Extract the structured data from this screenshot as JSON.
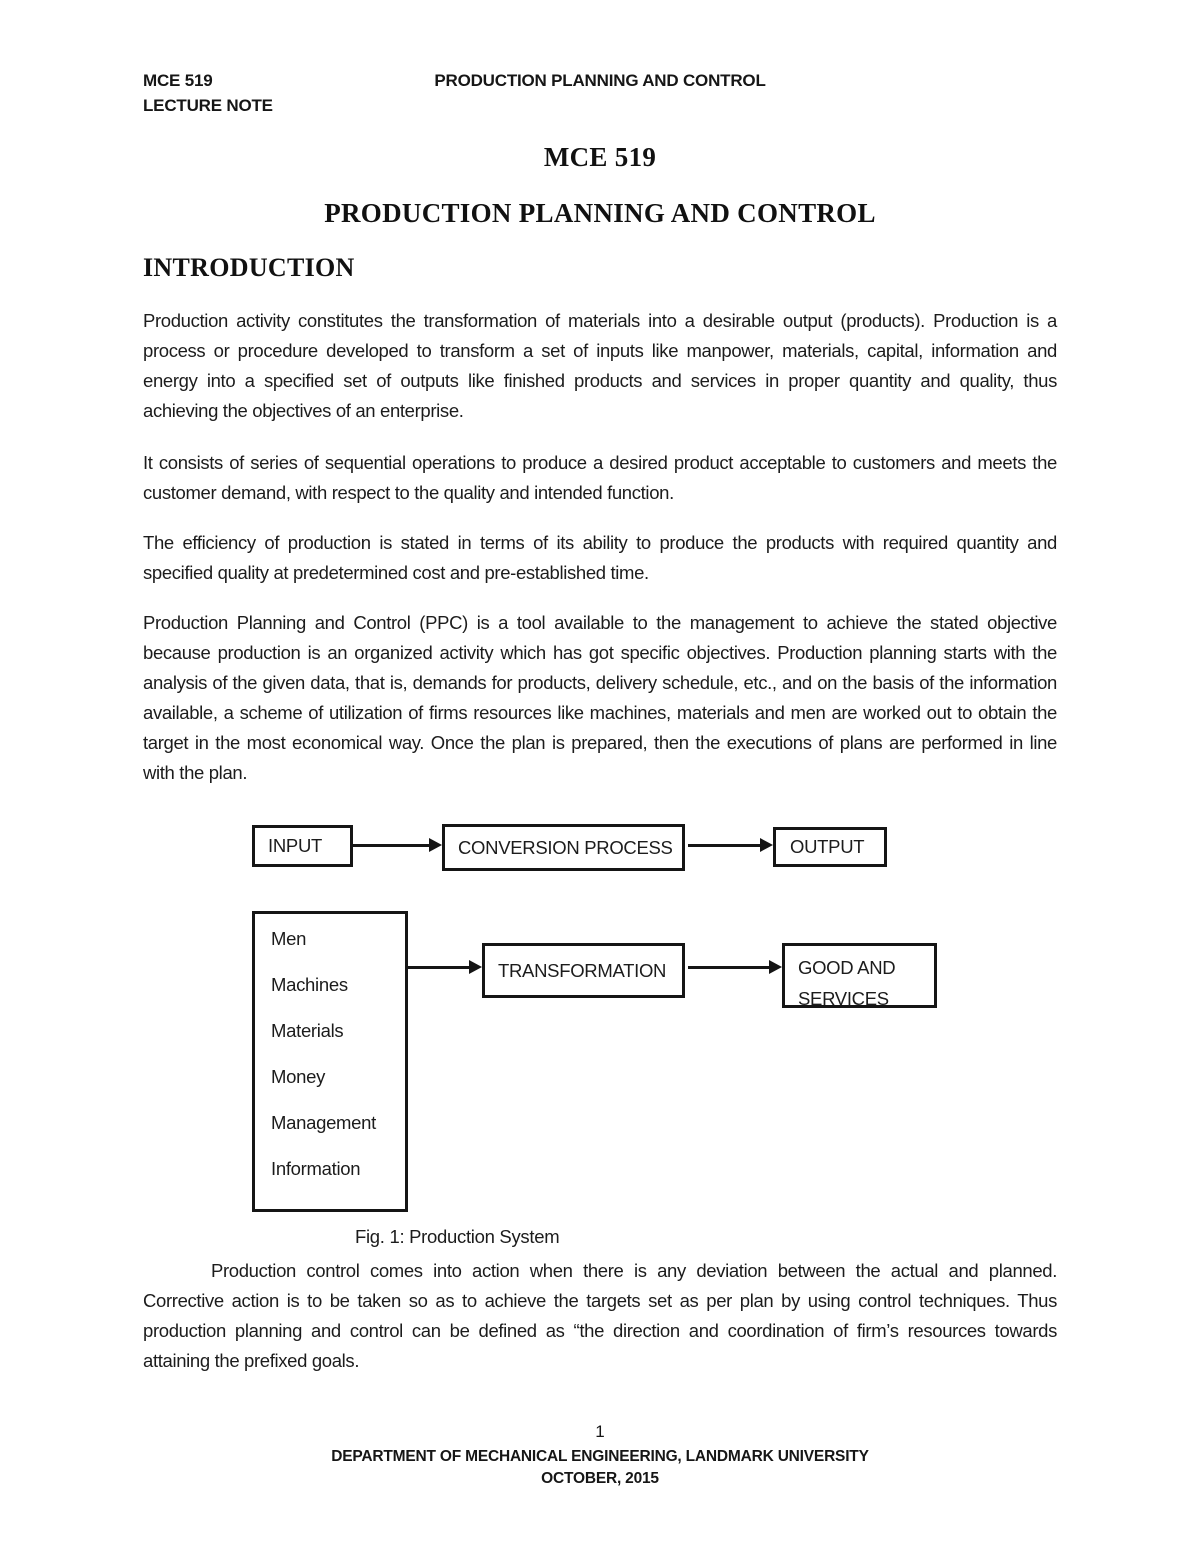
{
  "page": {
    "header": {
      "course_code": "MCE 519",
      "doc_type": "LECTURE NOTE",
      "running_title": "PRODUCTION PLANNING AND CONTROL"
    },
    "title": {
      "course": "MCE 519",
      "subject": "PRODUCTION PLANNING AND CONTROL",
      "section": "INTRODUCTION"
    },
    "body": {
      "p1": "Production activity constitutes the transformation of materials into a desirable output (products). Production is a process or procedure developed to transform a set of inputs like manpower, materials, capital, information and energy into a specified set of outputs like finished products and services in proper quantity and quality, thus achieving the objectives of an enterprise.",
      "p2": "It consists of series of sequential operations to produce a desired product acceptable to customers and meets the customer demand, with respect to the quality and intended function.",
      "p3": "The efficiency of production is stated in terms of its ability to produce the products with required quantity and specified quality at predetermined cost and pre-established time.",
      "p4": "Production Planning and Control (PPC) is a tool available to the management to achieve the stated objective because production is an organized activity which has got specific objectives. Production planning starts with the analysis of the given data, that is, demands for products, delivery schedule, etc., and on the basis of the information available, a scheme of utilization of firms resources like machines, materials and men are worked out to obtain the target in the most economical way. Once the plan is prepared, then the executions of plans are performed in line with the plan.",
      "p5": "Production control comes into action when there is any deviation between the actual and planned. Corrective action is to be taken so as to achieve the targets set as per plan by using control techniques. Thus production planning and control can be defined as “the direction and coordination of firm’s resources towards attaining the prefixed goals."
    },
    "figure": {
      "caption": "Fig. 1: Production System",
      "flow1": {
        "input": "INPUT",
        "process": "CONVERSION PROCESS",
        "output": "OUTPUT"
      },
      "flow2": {
        "sources": [
          "Men",
          "Machines",
          "Materials",
          "Money",
          "Management",
          "Information"
        ],
        "process": "TRANSFORMATION",
        "output_line1": "GOOD AND",
        "output_line2": "SERVICES"
      }
    },
    "footer": {
      "page_number": "1",
      "department": "DEPARTMENT OF MECHANICAL ENGINEERING, LANDMARK UNIVERSITY",
      "date": "OCTOBER, 2015"
    }
  }
}
